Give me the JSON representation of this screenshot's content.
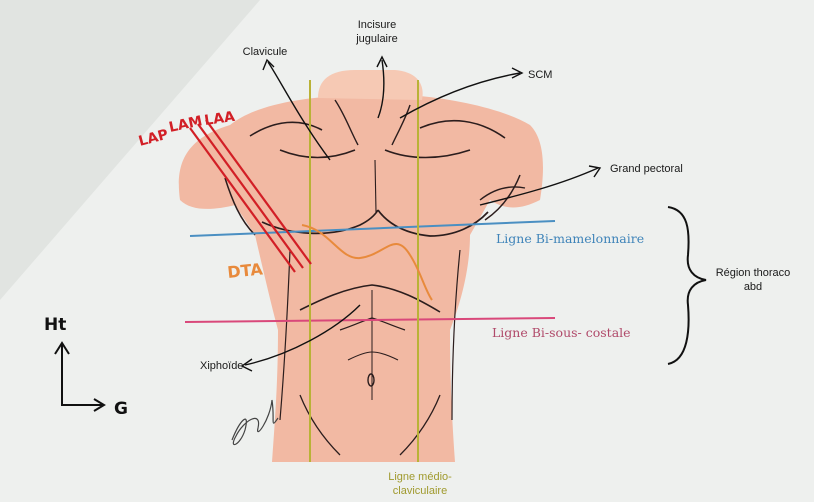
{
  "labels": {
    "incisure_jugulaire": [
      "Incisure",
      "jugulaire"
    ],
    "clavicule": "Clavicule",
    "scm": "SCM",
    "grand_pectoral": "Grand pectoral",
    "region_thoraco_abd": [
      "Région thoraco",
      "abd"
    ],
    "ligne_bi_mamelonnaire": "Ligne Bi-mamelonnaire",
    "ligne_bi_sous_costale": "Ligne Bi-sous- costale",
    "ligne_medio_claviculaire": [
      "Ligne médio-",
      "claviculaire"
    ],
    "xiphoide": "Xiphoïde",
    "dta": "DTA",
    "lap": "LAP",
    "lam": "LAM",
    "laa": "LAA",
    "axis_up": "Ht",
    "axis_left": "G"
  },
  "colors": {
    "skin": "#f2b9a3",
    "skin_light": "#f6c9b4",
    "outline": "#2b1d1d",
    "mamelonnaire_line": "#4a8fc2",
    "mamelonnaire_text": "#3f84b9",
    "sous_costale_line": "#d9487a",
    "sous_costale_text": "#b04a6a",
    "medio_claviculaire_line": "#b9b237",
    "medio_claviculaire_text": "#a09a2e",
    "axillary_lines": "#d21f26",
    "dta": "#e88a3c"
  }
}
